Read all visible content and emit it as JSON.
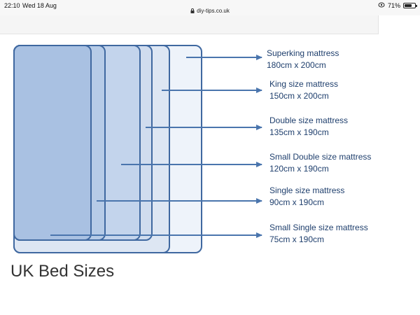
{
  "status_bar": {
    "time": "22:10",
    "date": "Wed 18 Aug",
    "url": "diy-tips.co.uk",
    "battery": "71%",
    "battery_level": 0.71
  },
  "diagram": {
    "labels": [
      {
        "name": "Superking mattress",
        "size": "180cm x 200cm"
      },
      {
        "name": "King size mattress",
        "size": "150cm x 200cm"
      },
      {
        "name": "Double size mattress",
        "size": "135cm x 190cm"
      },
      {
        "name": "Small Double size mattress",
        "size": "120cm x 190cm"
      },
      {
        "name": "Single size mattress",
        "size": "90cm x 190cm"
      },
      {
        "name": "Small Single size mattress",
        "size": "75cm x 190cm"
      }
    ],
    "colors": {
      "stroke": "#3f68a0",
      "arrow": "#4a75ad",
      "fills": [
        "#eef3fa",
        "#dde6f3",
        "#d0dcee",
        "#c3d4ec",
        "#b6cbe7",
        "#a9c1e2"
      ]
    }
  },
  "caption": "UK Bed Sizes"
}
